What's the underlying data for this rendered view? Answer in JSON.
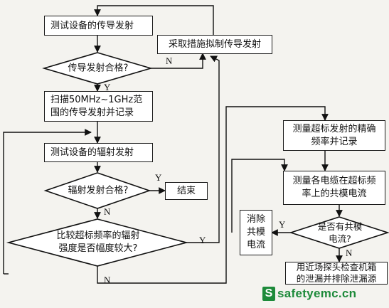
{
  "nodes": {
    "test_conducted": "测试设备的传导发射",
    "conducted_pass": "传导发射合格?",
    "suppress_conducted": "采取措施拟制传导发射",
    "scan_record": "扫描50MHz~1GHz范\n围的传导发射并记录",
    "test_radiated": "测试设备的辐射发射",
    "radiated_pass": "辐射发射合格?",
    "end": "结束",
    "compare_strength": "比较超标频率的辐射\n强度是否幅度较大?",
    "measure_freq": "测量超标发射的精确\n频率并记录",
    "measure_cm": "测量各电缆在超标频\n率上的共模电流",
    "has_cm": "是否有共模电流?",
    "remove_cm": "消除\n共模\n电流",
    "near_field": "用近场探头检查机箱\n的泄漏并排除泄漏源"
  },
  "branch_labels": {
    "conducted_no": "N",
    "conducted_yes": "Y",
    "radiated_yes": "Y",
    "radiated_no": "N",
    "compare_yes": "Y",
    "compare_no": "N",
    "cm_yes": "Y",
    "cm_no": "N"
  },
  "watermark": {
    "icon": "S",
    "text": "safetyemc.cn",
    "color": "#1d8a3a"
  }
}
